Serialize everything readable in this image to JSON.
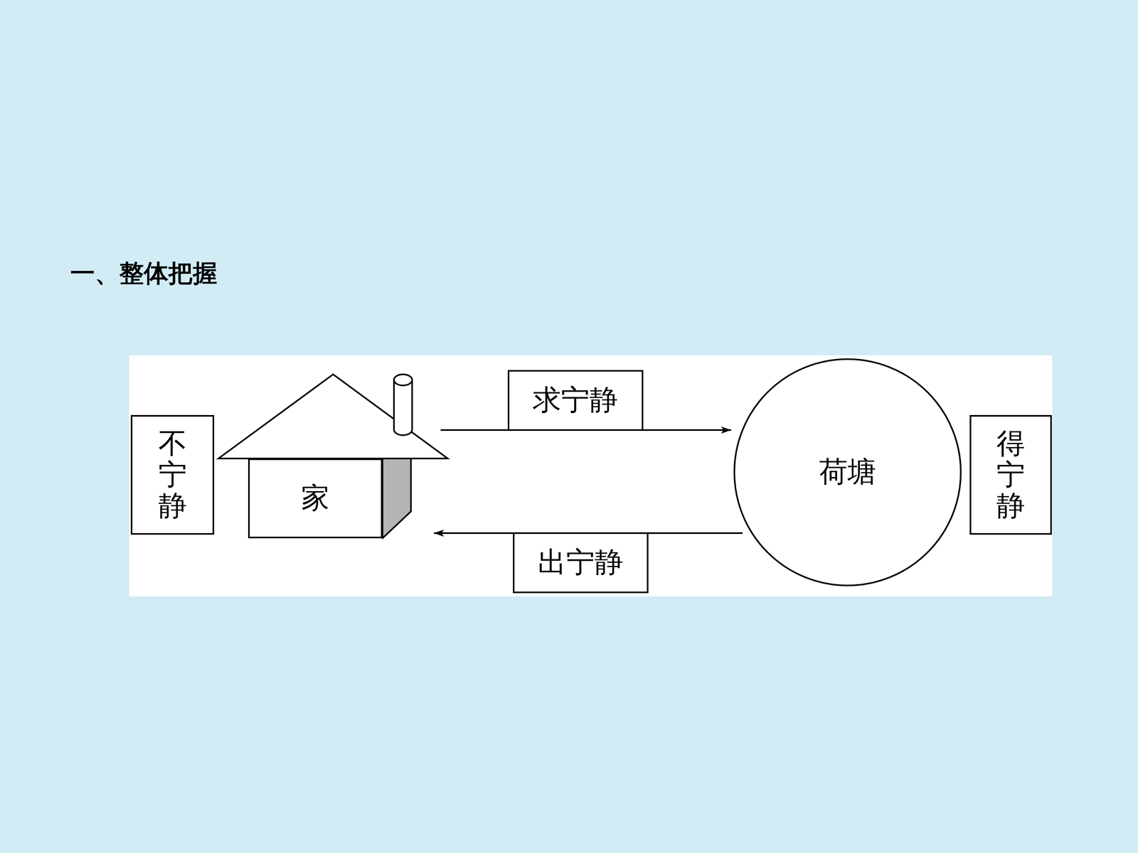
{
  "diagram": {
    "title": "一、整体把握",
    "nodes": [
      {
        "text": [
          "不宁静"
        ]
      },
      {
        "text": [
          "家"
        ]
      },
      {
        "text": [
          "荷塘"
        ]
      },
      {
        "text": [
          "得宁静"
        ]
      }
    ],
    "edges": [
      {
        "from": 1,
        "to": 2,
        "label": "求宁静",
        "arrow": "to"
      },
      {
        "from": 2,
        "to": 1,
        "label": "出宁静",
        "arrow": "to"
      }
    ]
  }
}
